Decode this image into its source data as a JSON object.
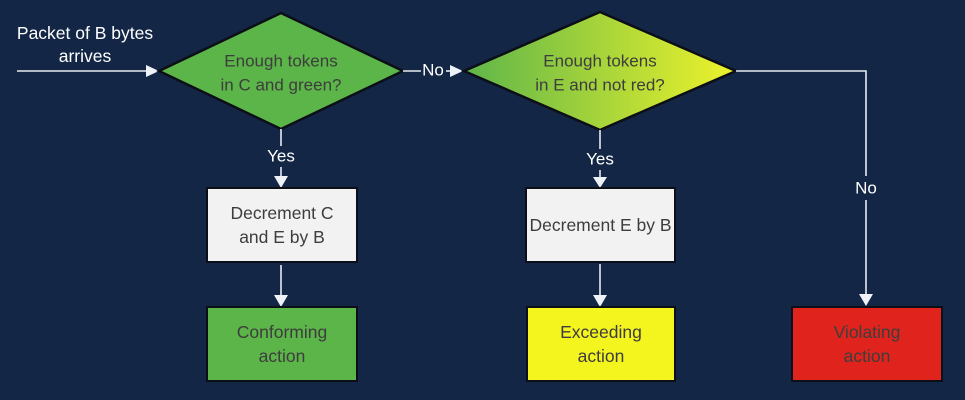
{
  "colors": {
    "background": "#132645",
    "decision_green": "#5cb548",
    "gradient_green": "#5eb54a",
    "gradient_yellow": "#eef32b",
    "action_green": "#5cb548",
    "action_yellow": "#f4f41f",
    "action_red": "#e0241d",
    "process_fill": "#f2f2f2",
    "connector": "#e8ebf2",
    "shape_outline": "#0c0f18",
    "dark_text": "#3d3d3d",
    "light_text": "#ffffff"
  },
  "start": {
    "line1": "Packet of B bytes",
    "line2": "arrives"
  },
  "decision1": {
    "line1": "Enough tokens",
    "line2": "in C and green?"
  },
  "decision2": {
    "line1": "Enough tokens",
    "line2": "in E and not red?"
  },
  "process1": {
    "line1": "Decrement C",
    "line2": "and E by B"
  },
  "process2": {
    "line1": "Decrement E by B"
  },
  "action_conforming": {
    "line1": "Conforming",
    "line2": "action"
  },
  "action_exceeding": {
    "line1": "Exceeding",
    "line2": "action"
  },
  "action_violating": {
    "line1": "Violating",
    "line2": "action"
  },
  "edge_labels": {
    "decision1_no": "No",
    "decision1_yes": "Yes",
    "decision2_yes": "Yes",
    "decision2_no": "No"
  }
}
